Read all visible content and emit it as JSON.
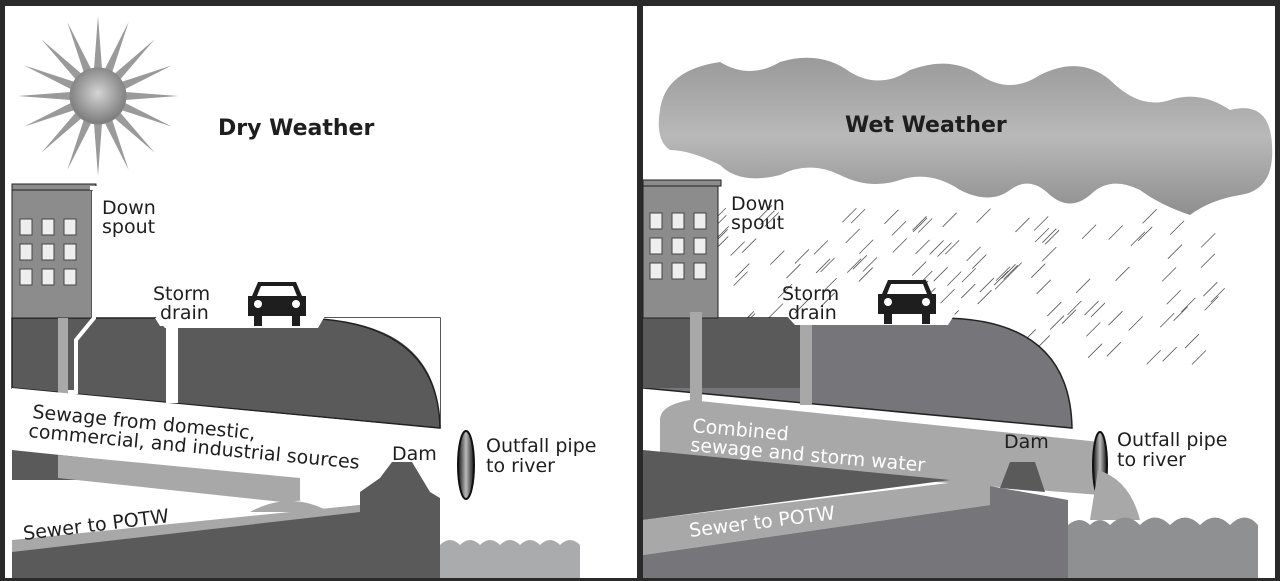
{
  "diagram": {
    "type": "combined sewer overflow comparison",
    "panels": [
      {
        "id": "dry",
        "title": "Dry Weather",
        "weather_icon": "sun-icon",
        "labels": {
          "downspout_1": "Down",
          "downspout_2": "spout",
          "storm_drain_1": "Storm",
          "storm_drain_2": "drain",
          "sewage_1": "Sewage from domestic,",
          "sewage_2": "commercial, and industrial sources",
          "dam": "Dam",
          "outfall_1": "Outfall pipe",
          "outfall_2": "to river",
          "sewer": "Sewer to POTW"
        }
      },
      {
        "id": "wet",
        "title": "Wet Weather",
        "weather_icon": "cloud-icon",
        "labels": {
          "downspout_1": "Down",
          "downspout_2": "spout",
          "storm_drain_1": "Storm",
          "storm_drain_2": "drain",
          "combined_1": "Combined",
          "combined_2": "sewage and storm water",
          "dam": "Dam",
          "outfall_1": "Outfall pipe",
          "outfall_2": "to river",
          "sewer": "Sewer to POTW"
        }
      }
    ],
    "colors": {
      "ground_dark": "#5a5a5a",
      "ground_wet": "#76767a",
      "water": "#a8a8a8",
      "river": "#a9abad",
      "building": "#8c8c8c",
      "frame": "#2a2a2a"
    }
  }
}
